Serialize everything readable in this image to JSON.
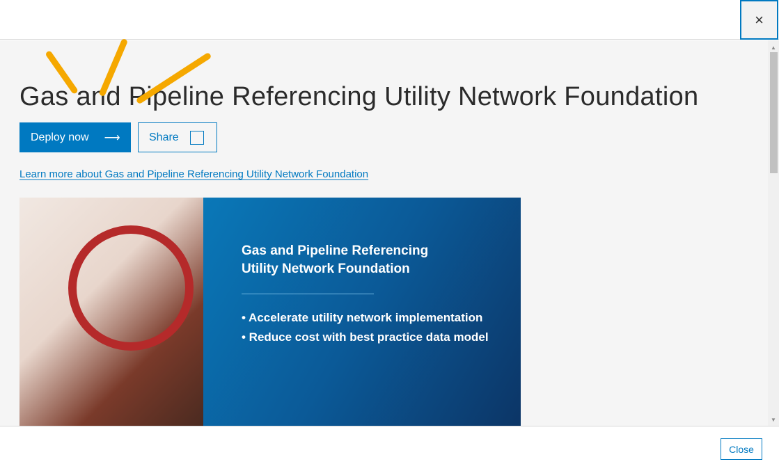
{
  "title": "Gas and Pipeline Referencing Utility Network Foundation",
  "deploy_label": "Deploy now",
  "deploy_arrow": "⟶",
  "share_label": "Share",
  "learn_more": "Learn more about Gas and Pipeline Referencing Utility Network Foundation",
  "banner": {
    "heading_line1": "Gas and Pipeline Referencing",
    "heading_line2": "Utility  Network Foundation",
    "bullets": [
      "• Accelerate utility network implementation",
      "• Reduce cost with best practice data model"
    ]
  },
  "close_icon": "×",
  "close_label": "Close",
  "colors": {
    "accent": "#0079c1",
    "annotation_arrow": "#f5a800"
  }
}
